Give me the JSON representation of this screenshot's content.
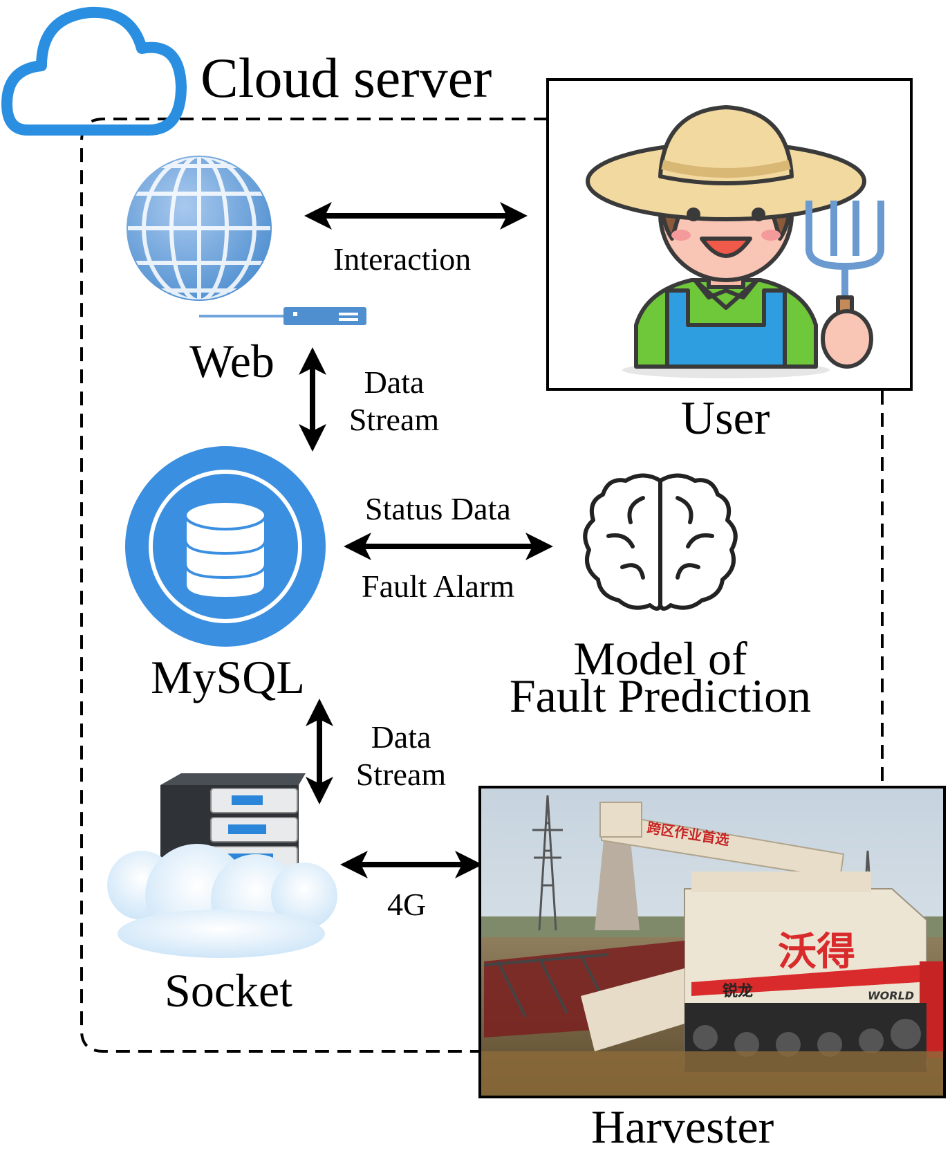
{
  "title": "Cloud server",
  "nodes": {
    "web": "Web",
    "user": "User",
    "mysql": "MySQL",
    "model_line1": "Model of",
    "model_line2": "Fault Prediction",
    "socket": "Socket",
    "harvester": "Harvester"
  },
  "edges": {
    "interaction": "Interaction",
    "web_mysql_line1": "Data",
    "web_mysql_line2": "Stream",
    "status_data": "Status Data",
    "fault_alarm": "Fault Alarm",
    "mysql_socket_line1": "Data",
    "mysql_socket_line2": "Stream",
    "net_4g": "4G"
  },
  "harvester_branding": {
    "brand_cn": "沃得",
    "slogan_cn": "跨区作业首选",
    "model_cn": "锐龙",
    "brand_en": "WORLD"
  },
  "colors": {
    "cloud_blue": "#2a8fe0",
    "globe_blue": "#4f8fd0",
    "db_blue": "#3b8fe0",
    "line": "#000000"
  }
}
